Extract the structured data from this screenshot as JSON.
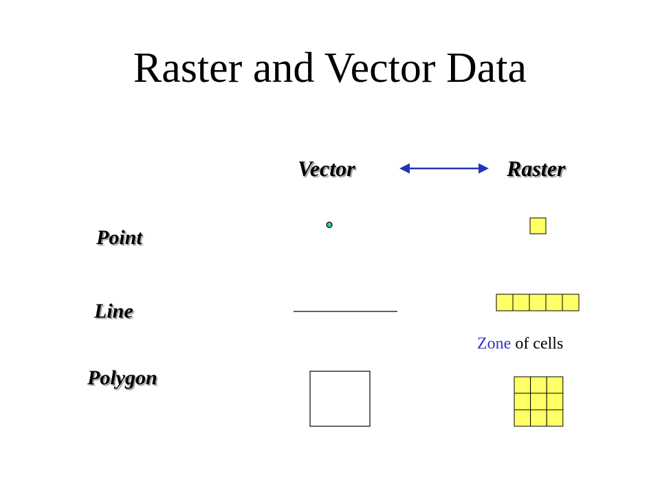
{
  "title": "Raster and Vector Data",
  "columns": {
    "vector": "Vector",
    "raster": "Raster"
  },
  "rows": {
    "point": "Point",
    "line": "Line",
    "polygon": "Polygon"
  },
  "caption": {
    "zone": "Zone",
    "rest": "of cells"
  },
  "colors": {
    "cell_fill": "#ffff66",
    "point_fill": "#33cc99",
    "arrow": "#2233bb"
  }
}
